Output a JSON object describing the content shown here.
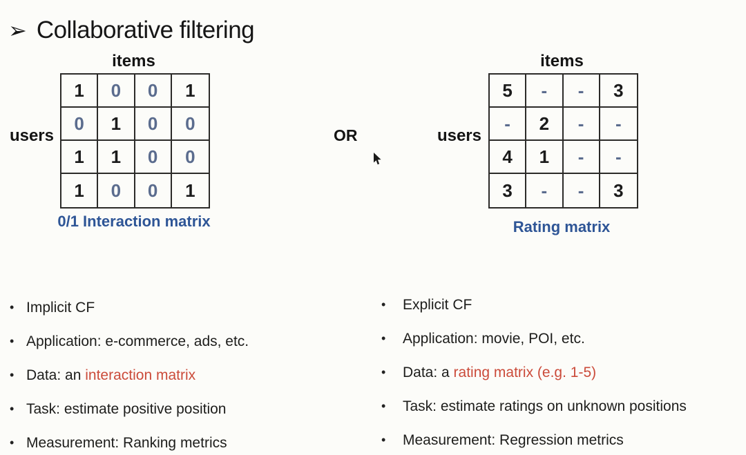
{
  "slide": {
    "title": "Collaborative filtering",
    "title_arrow_glyph": "➢",
    "or_label": "OR"
  },
  "colors": {
    "background": "#fcfcf9",
    "text": "#1d1d1b",
    "muted_blue": "#5b6c8e",
    "accent_blue": "#2e5596",
    "highlight_red": "#cb4b3a"
  },
  "left_matrix": {
    "items_label": "items",
    "users_label": "users",
    "caption": "0/1 Interaction matrix",
    "rows": [
      [
        "1",
        "0",
        "0",
        "1"
      ],
      [
        "0",
        "1",
        "0",
        "0"
      ],
      [
        "1",
        "1",
        "0",
        "0"
      ],
      [
        "1",
        "0",
        "0",
        "1"
      ]
    ]
  },
  "right_matrix": {
    "items_label": "items",
    "users_label": "users",
    "caption": "Rating matrix",
    "rows": [
      [
        "5",
        "-",
        "-",
        "3"
      ],
      [
        "-",
        "2",
        "-",
        "-"
      ],
      [
        "4",
        "1",
        "-",
        "-"
      ],
      [
        "3",
        "-",
        "-",
        "3"
      ]
    ]
  },
  "left_bullets": [
    {
      "prefix": "Implicit CF"
    },
    {
      "prefix": "Application: e-commerce, ads, etc."
    },
    {
      "prefix": "Data: an ",
      "highlight": "interaction matrix"
    },
    {
      "prefix": "Task: estimate positive position"
    },
    {
      "prefix": "Measurement: Ranking metrics"
    }
  ],
  "right_bullets": [
    {
      "prefix": "Explicit CF"
    },
    {
      "prefix": "Application: movie, POI, etc."
    },
    {
      "prefix": "Data: a ",
      "highlight": "rating matrix (e.g. 1-5)"
    },
    {
      "prefix": "Task: estimate ratings on unknown positions"
    },
    {
      "prefix": "Measurement: Regression metrics"
    }
  ],
  "bullet_glyph": "•"
}
